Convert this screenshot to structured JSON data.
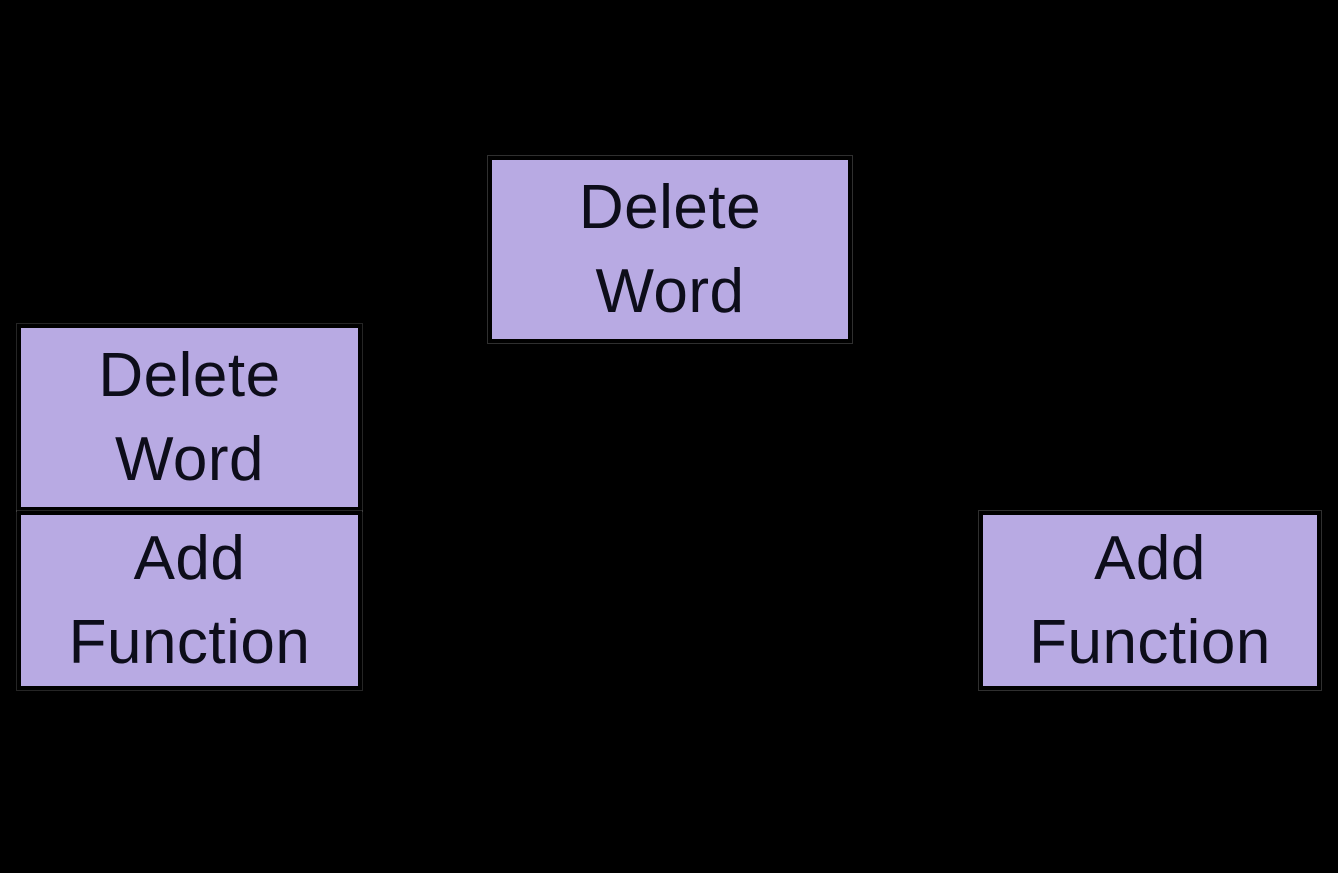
{
  "diagram": {
    "nodes": {
      "top": {
        "line1": "Delete",
        "line2": "Word"
      },
      "left_top": {
        "line1": "Delete",
        "line2": "Word"
      },
      "left_bottom": {
        "line1": "Add",
        "line2": "Function"
      },
      "right": {
        "line1": "Add",
        "line2": "Function"
      }
    },
    "colors": {
      "node_fill": "#b8aae3",
      "node_border": "#000000",
      "node_text": "#0d0d1a",
      "background": "#000000"
    }
  }
}
